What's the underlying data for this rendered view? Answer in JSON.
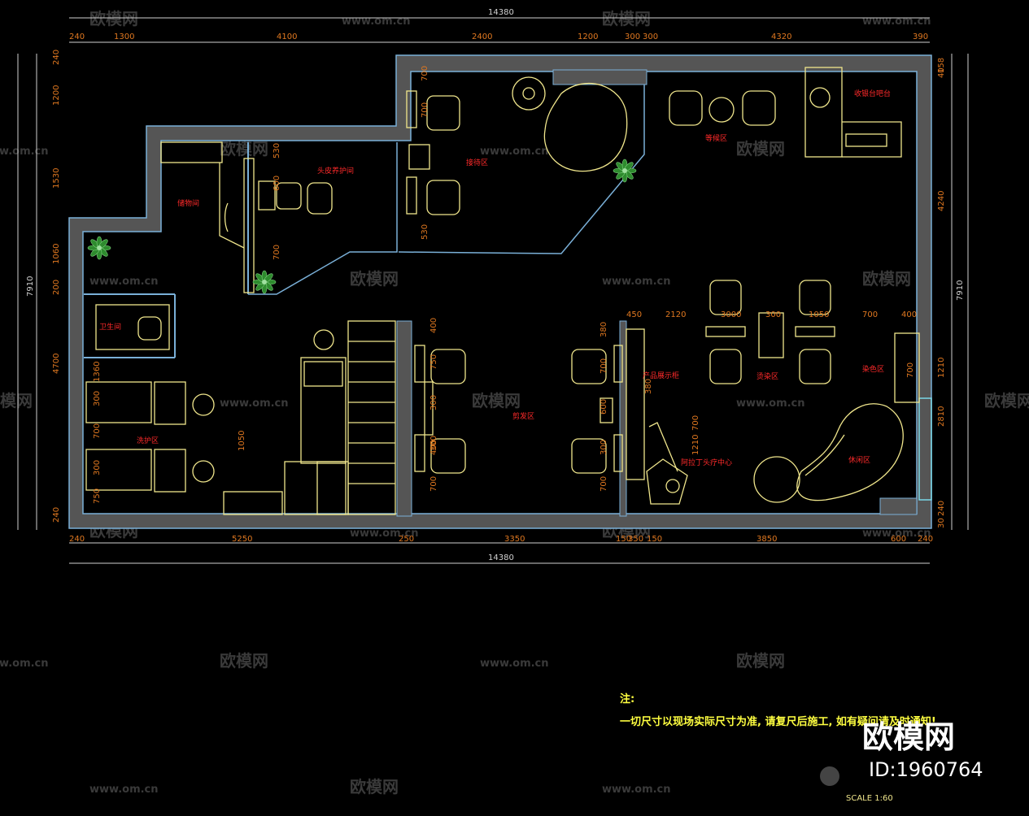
{
  "colors": {
    "background": "#000000",
    "wall_outline": "#7ab0d8",
    "wall_fill": "#555555",
    "furniture": "#f0e68c",
    "room_label": "#ff2a2a",
    "dimension": "#e07820",
    "plant": "#2e8b2e",
    "watermark": "#3a3a3a",
    "note": "#ffff40"
  },
  "dimensions": {
    "top_total": "14380",
    "top_segments": [
      "240",
      "1300",
      "4100",
      "2400",
      "1200",
      "300",
      "300",
      "4320",
      "390"
    ],
    "bottom_total": "14380",
    "bottom_segments": [
      "240",
      "5250",
      "250",
      "3350",
      "150",
      "350",
      "150",
      "3850",
      "600",
      "240"
    ],
    "left_total": "7910",
    "left_segments": [
      "240",
      "1200",
      "1530",
      "1060",
      "200",
      "4700",
      "240"
    ],
    "right_total": "7910",
    "right_segments": [
      "158",
      "40",
      "4240",
      "1210",
      "2810",
      "240",
      "30"
    ],
    "inner": [
      "700",
      "700",
      "530",
      "530",
      "600",
      "700",
      "1360",
      "300",
      "700",
      "300",
      "750",
      "400",
      "750",
      "300",
      "400",
      "700",
      "380",
      "700",
      "600",
      "300",
      "700",
      "380",
      "700",
      "450",
      "2120",
      "3000",
      "300",
      "1050",
      "700",
      "400",
      "700",
      "1050",
      "300",
      "1210"
    ]
  },
  "rooms": {
    "r1": "接待区",
    "r2": "等候区",
    "r3": "收银台吧台",
    "r4": "储物间",
    "r5": "头皮养护间",
    "r6": "卫生间",
    "r7": "洗护区",
    "r8": "剪发区",
    "r9": "产品展示柜",
    "r10": "烫染区",
    "r11": "阿拉丁头疗中心",
    "r12": "染色区",
    "r13": "休闲区"
  },
  "watermark": {
    "brand": "欧模网",
    "url": "www.om.cn"
  },
  "note": {
    "title": "注:",
    "text": "一切尺寸以现场实际尺寸为准, 请复尺后施工, 如有疑问请及时通知!"
  },
  "scale": "SCALE 1:60",
  "logo": {
    "name": "欧模网",
    "id": "ID:1960764"
  }
}
